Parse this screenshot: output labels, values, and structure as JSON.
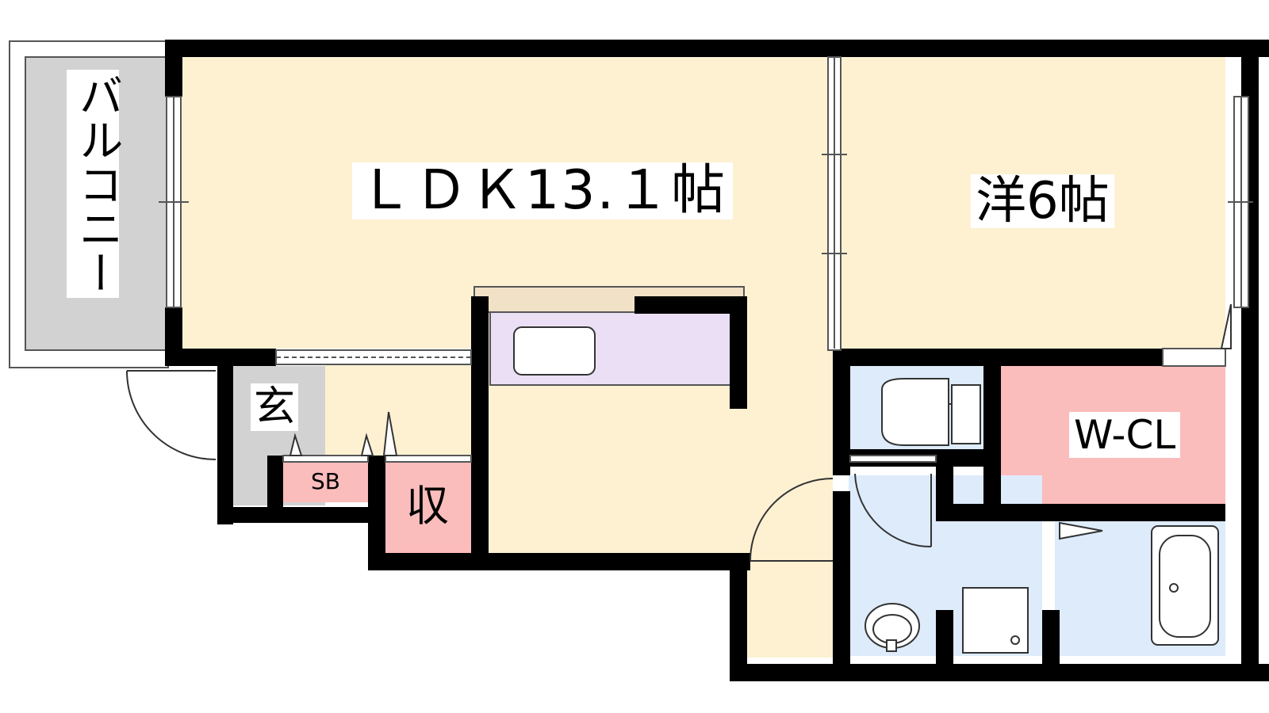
{
  "rooms": {
    "ldk": "ＬＤＫ13.１帖",
    "western": "洋6帖",
    "walk_in_closet": "W-CL",
    "entrance": "玄",
    "shoe_box": "SB",
    "storage": "収",
    "balcony": "バルコニー"
  },
  "colors": {
    "wall": "#000000",
    "living_floor": "#fdf1d2",
    "wet_area": "#ddebfb",
    "closet": "#fbbcbc",
    "storage": "#fbbcbc",
    "kitchen": "#eadff5",
    "counter": "#f1e1c6",
    "balcony": "#d2d2d2",
    "entrance": "#d2d2d2"
  },
  "icons": [
    "toilet-icon",
    "washbasin-icon",
    "washing-machine-icon",
    "bathtub-icon",
    "sink-icon",
    "door-swing-icon"
  ]
}
